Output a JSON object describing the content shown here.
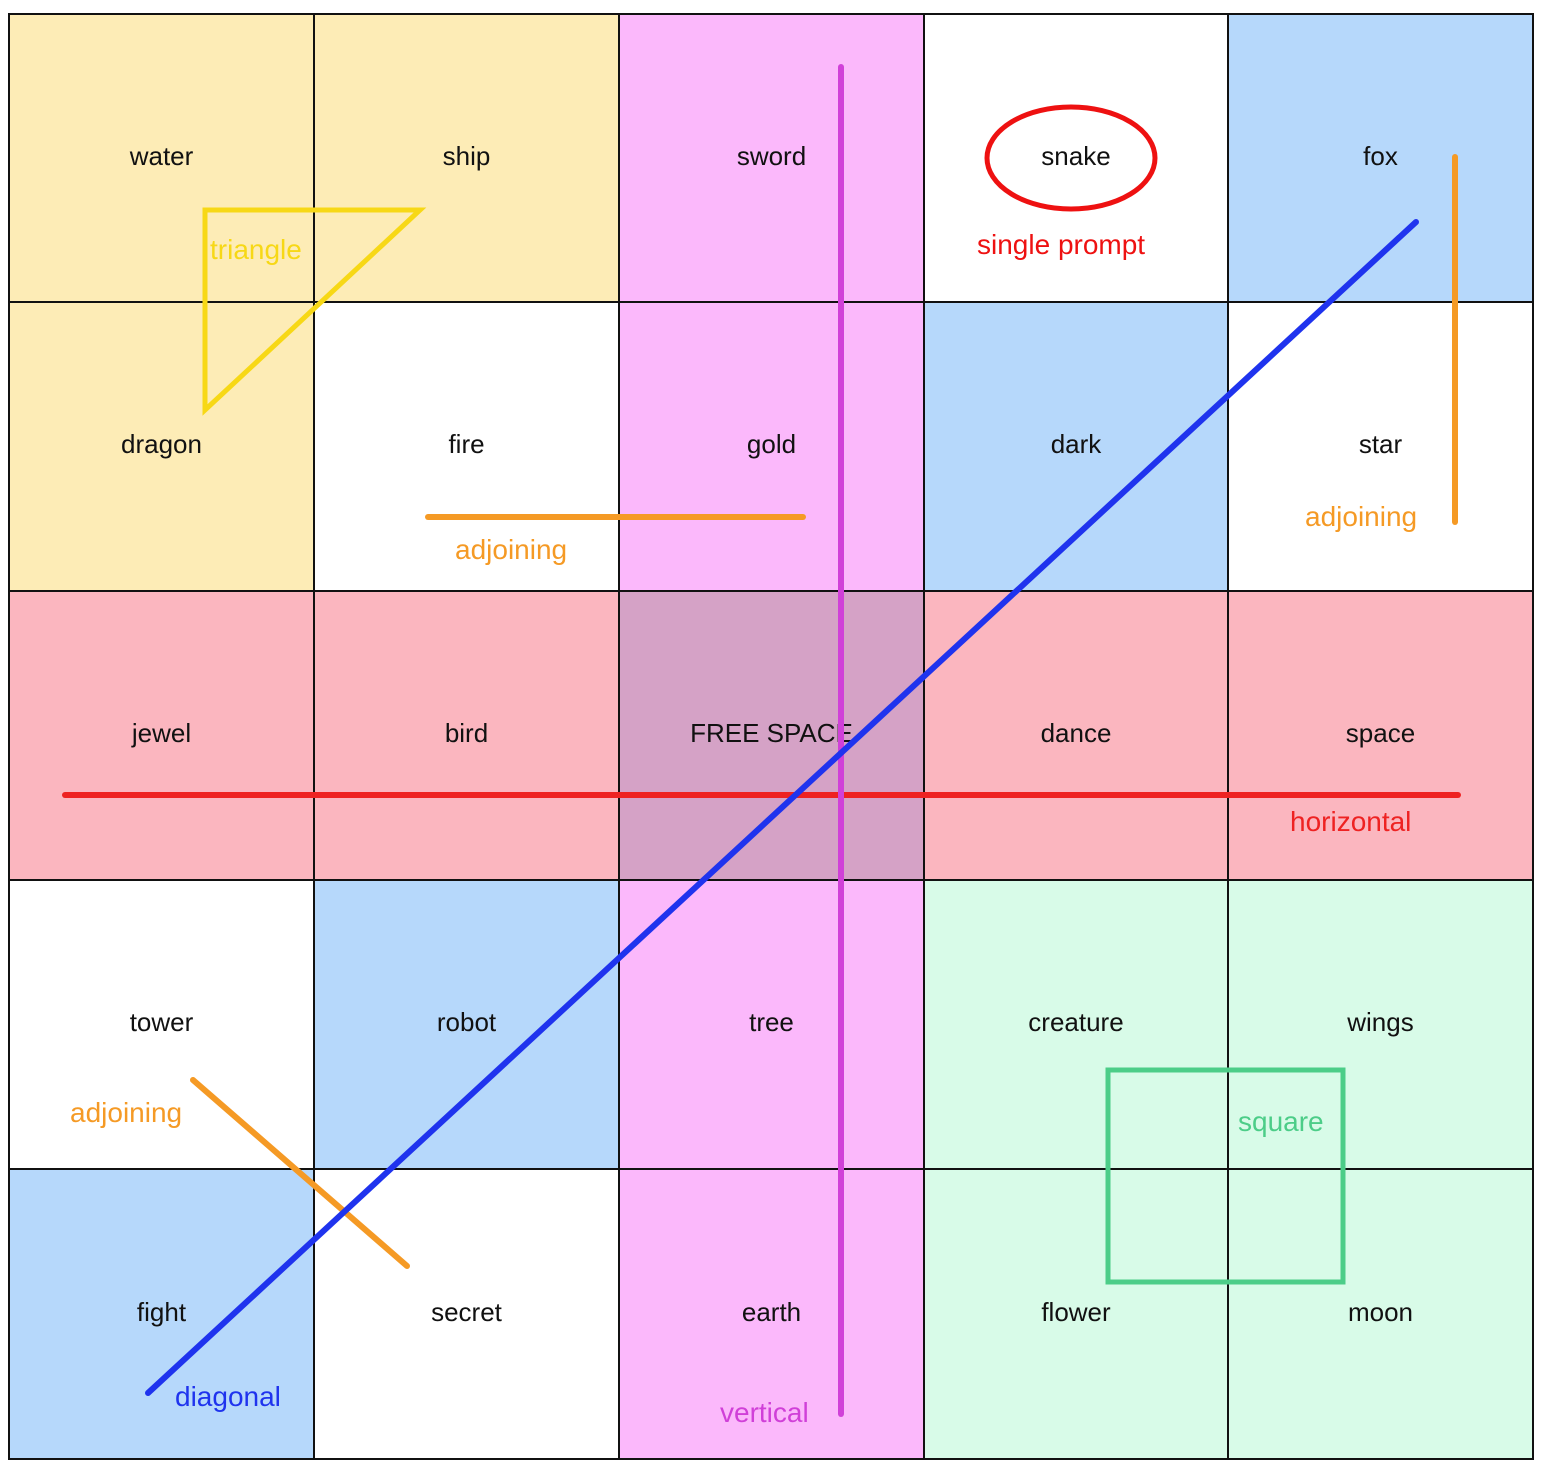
{
  "board": {
    "cells": [
      {
        "word": "water",
        "fill": "#fdecb6"
      },
      {
        "word": "ship",
        "fill": "#fdecb6"
      },
      {
        "word": "sword",
        "fill": "#fbb8fb"
      },
      {
        "word": "snake",
        "fill": "#ffffff"
      },
      {
        "word": "fox",
        "fill": "#b6d8fb"
      },
      {
        "word": "dragon",
        "fill": "#fdecb6"
      },
      {
        "word": "fire",
        "fill": "#ffffff"
      },
      {
        "word": "gold",
        "fill": "#fbb8fb"
      },
      {
        "word": "dark",
        "fill": "#b6d8fb"
      },
      {
        "word": "star",
        "fill": "#ffffff"
      },
      {
        "word": "jewel",
        "fill": "#fbb6bf"
      },
      {
        "word": "bird",
        "fill": "#fbb6bf"
      },
      {
        "word": "FREE SPACE",
        "fill": "#d5a2c6"
      },
      {
        "word": "dance",
        "fill": "#fbb6bf"
      },
      {
        "word": "space",
        "fill": "#fbb6bf"
      },
      {
        "word": "tower",
        "fill": "#ffffff"
      },
      {
        "word": "robot",
        "fill": "#b6d8fb"
      },
      {
        "word": "tree",
        "fill": "#fbb8fb"
      },
      {
        "word": "creature",
        "fill": "#d8fbe8"
      },
      {
        "word": "wings",
        "fill": "#d8fbe8"
      },
      {
        "word": "fight",
        "fill": "#b6d8fb"
      },
      {
        "word": "secret",
        "fill": "#ffffff"
      },
      {
        "word": "earth",
        "fill": "#fbb8fb"
      },
      {
        "word": "flower",
        "fill": "#d8fbe8"
      },
      {
        "word": "moon",
        "fill": "#d8fbe8"
      }
    ]
  },
  "annotations": {
    "triangle": {
      "label": "triangle",
      "color": "#f7d816"
    },
    "single": {
      "label": "single prompt",
      "color": "#ee1111"
    },
    "adjoining": {
      "label": "adjoining",
      "color": "#f59a25"
    },
    "horizontal": {
      "label": "horizontal",
      "color": "#ee2222"
    },
    "vertical": {
      "label": "vertical",
      "color": "#d040d8"
    },
    "diagonal": {
      "label": "diagonal",
      "color": "#1f33ee"
    },
    "square": {
      "label": "square",
      "color": "#4ccd88"
    }
  }
}
